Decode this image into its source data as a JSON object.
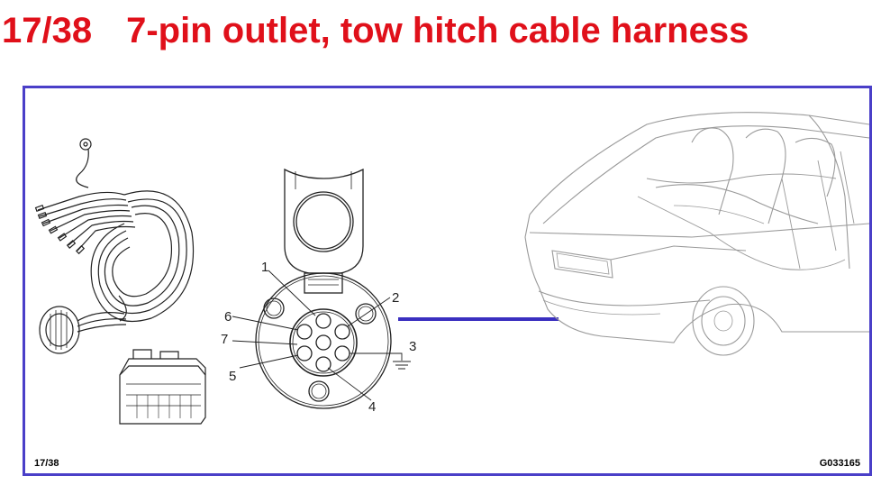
{
  "header": {
    "page_number": "17/38",
    "title": "7-pin outlet, tow hitch cable harness"
  },
  "diagram": {
    "pin_labels": [
      "1",
      "2",
      "3",
      "4",
      "5",
      "6",
      "7"
    ],
    "footer_left": "17/38",
    "footer_right": "G033165",
    "colors": {
      "title": "#e0101a",
      "frame": "#4a3fc8",
      "connector_line": "#3a2fc0",
      "drawing": "#222222",
      "car_drawing": "#9a9a9a"
    }
  }
}
